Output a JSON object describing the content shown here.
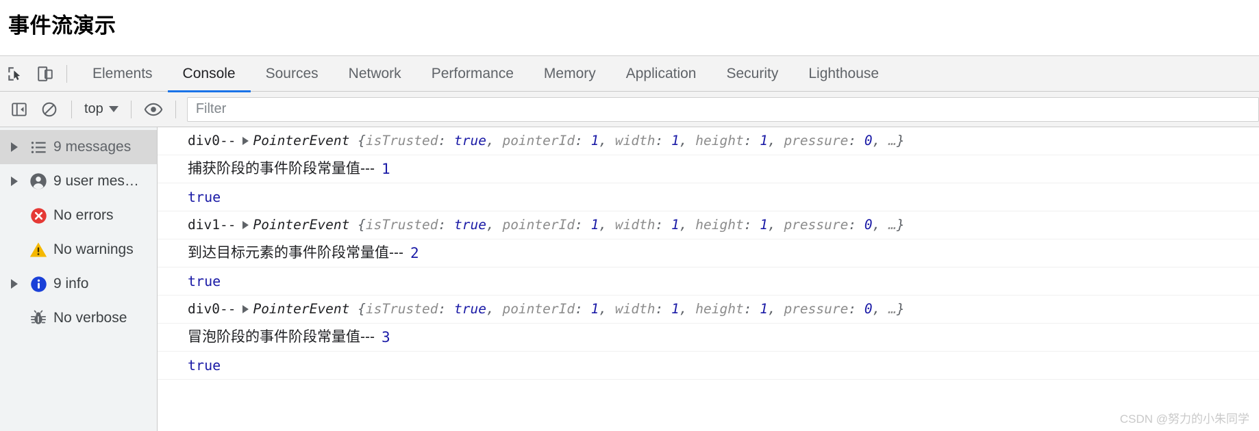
{
  "webpage": {
    "title": "事件流演示"
  },
  "devtools": {
    "toolbar_icons": [
      {
        "name": "inspect-element-icon"
      },
      {
        "name": "device-toolbar-icon"
      }
    ],
    "tabs": [
      {
        "label": "Elements",
        "active": false
      },
      {
        "label": "Console",
        "active": true
      },
      {
        "label": "Sources",
        "active": false
      },
      {
        "label": "Network",
        "active": false
      },
      {
        "label": "Performance",
        "active": false
      },
      {
        "label": "Memory",
        "active": false
      },
      {
        "label": "Application",
        "active": false
      },
      {
        "label": "Security",
        "active": false
      },
      {
        "label": "Lighthouse",
        "active": false
      }
    ],
    "active_tab_underline_color": "#1a73e8"
  },
  "filterbar": {
    "sidebar_toggle": "show-console-sidebar-icon",
    "clear_console": "clear-console-icon",
    "context_label": "top",
    "eye_icon": "live-expression-icon",
    "filter_placeholder": "Filter",
    "filter_value": ""
  },
  "sidebar": {
    "items": [
      {
        "label": "9 messages",
        "icon": "list-icon",
        "expandable": true,
        "selected": true
      },
      {
        "label": "9 user mes…",
        "icon": "user-icon",
        "expandable": true,
        "selected": false
      },
      {
        "label": "No errors",
        "icon": "error-icon",
        "expandable": false,
        "selected": false
      },
      {
        "label": "No warnings",
        "icon": "warning-icon",
        "expandable": false,
        "selected": false
      },
      {
        "label": "9 info",
        "icon": "info-icon",
        "expandable": true,
        "selected": false
      },
      {
        "label": "No verbose",
        "icon": "bug-icon",
        "expandable": false,
        "selected": false
      }
    ]
  },
  "console": {
    "messages": [
      {
        "kind": "object",
        "prefix": "div0--",
        "object_name": "PointerEvent",
        "open_brace": "{",
        "props": [
          {
            "key": "isTrusted",
            "value": "true"
          },
          {
            "key": "pointerId",
            "value": "1"
          },
          {
            "key": "width",
            "value": "1"
          },
          {
            "key": "height",
            "value": "1"
          },
          {
            "key": "pressure",
            "value": "0"
          }
        ],
        "ellipsis": "…",
        "close_brace": "}"
      },
      {
        "kind": "text",
        "text": "捕获阶段的事件阶段常量值---",
        "value": "1"
      },
      {
        "kind": "bool",
        "value": "true"
      },
      {
        "kind": "object",
        "prefix": "div1--",
        "object_name": "PointerEvent",
        "open_brace": "{",
        "props": [
          {
            "key": "isTrusted",
            "value": "true"
          },
          {
            "key": "pointerId",
            "value": "1"
          },
          {
            "key": "width",
            "value": "1"
          },
          {
            "key": "height",
            "value": "1"
          },
          {
            "key": "pressure",
            "value": "0"
          }
        ],
        "ellipsis": "…",
        "close_brace": "}"
      },
      {
        "kind": "text",
        "text": "到达目标元素的事件阶段常量值---",
        "value": "2"
      },
      {
        "kind": "bool",
        "value": "true"
      },
      {
        "kind": "object",
        "prefix": "div0--",
        "object_name": "PointerEvent",
        "open_brace": "{",
        "props": [
          {
            "key": "isTrusted",
            "value": "true"
          },
          {
            "key": "pointerId",
            "value": "1"
          },
          {
            "key": "width",
            "value": "1"
          },
          {
            "key": "height",
            "value": "1"
          },
          {
            "key": "pressure",
            "value": "0"
          }
        ],
        "ellipsis": "…",
        "close_brace": "}"
      },
      {
        "kind": "text",
        "text": "冒泡阶段的事件阶段常量值---",
        "value": "3"
      },
      {
        "kind": "bool",
        "value": "true"
      }
    ]
  },
  "watermark": {
    "text": "CSDN @努力的小朱同学"
  },
  "colors": {
    "accent": "#1a73e8",
    "value_blue": "#1a1aa6",
    "error_red": "#e53935",
    "warning_yellow": "#f5b800",
    "info_blue": "#1a73e8",
    "sidebar_bg": "#f1f3f4",
    "selected_bg": "#d8d8d8"
  }
}
